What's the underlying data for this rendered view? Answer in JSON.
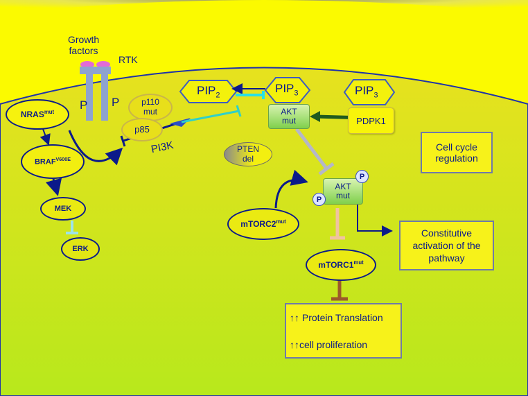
{
  "labels": {
    "growth_factors": "Growth\nfactors",
    "rtk": "RTK",
    "p_left": "P",
    "p_right": "P",
    "p110": "p110\nmut",
    "p85": "p85",
    "pi3k": "PI3K",
    "nras": "NRAS",
    "nras_sup": "mut",
    "braf": "BRAF",
    "braf_sup": "V600E",
    "mek": "MEK",
    "erk": "ERK",
    "pip2": "PIP",
    "pip2_sub": "2",
    "pip3_a": "PIP",
    "pip3_a_sub": "3",
    "pip3_b": "PIP",
    "pip3_b_sub": "3",
    "akt_mut_top": "AKT\nmut",
    "pdpk1": "PDPK1",
    "pten": "PTEN\ndel",
    "cell_cycle": "Cell cycle\nregulation",
    "akt_mut_bottom": "AKT\nmut",
    "p_akt_top": "P",
    "p_akt_left": "P",
    "mtorc2": "mTORC2",
    "mtorc2_sup": "mut",
    "mtorc1": "mTORC1",
    "mtorc1_sup": "mut",
    "constitutive": "Constitutive\nactivation of the\npathway",
    "protein_translation": "Protein Translation",
    "cell_proliferation": "cell proliferation",
    "arrows_symbol": "↑↑"
  },
  "colors": {
    "cytoplasm_top": "#dde01a",
    "cytoplasm_bottom": "#b4e81a",
    "extracellular": "#fbfa00",
    "membrane": "#1f33a8",
    "text": "#0b1a8a",
    "akt_green": "#7fd04c"
  }
}
